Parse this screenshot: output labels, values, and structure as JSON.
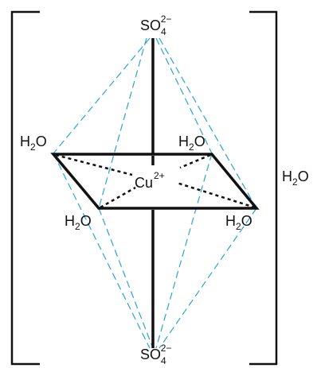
{
  "labels": {
    "sulfate_top": {
      "base": "SO",
      "sub": "4",
      "sup": "2−"
    },
    "sulfate_bottom": {
      "base": "SO",
      "sub": "4",
      "sup": "2−"
    },
    "water_left_back": {
      "base": "H",
      "sub": "2",
      "tail": "O"
    },
    "water_right_back": {
      "base": "H",
      "sub": "2",
      "tail": "O"
    },
    "water_left_front": {
      "base": "H",
      "sub": "2",
      "tail": "O"
    },
    "water_right_front": {
      "base": "H",
      "sub": "2",
      "tail": "O"
    },
    "water_outside": {
      "base": "H",
      "sub": "2",
      "tail": "O"
    },
    "copper_ion": {
      "base": "Cu",
      "sup": "2+"
    }
  },
  "colors": {
    "bond": "#111111",
    "octahedron_edge": "#29a3d6",
    "background": "#ffffff"
  }
}
